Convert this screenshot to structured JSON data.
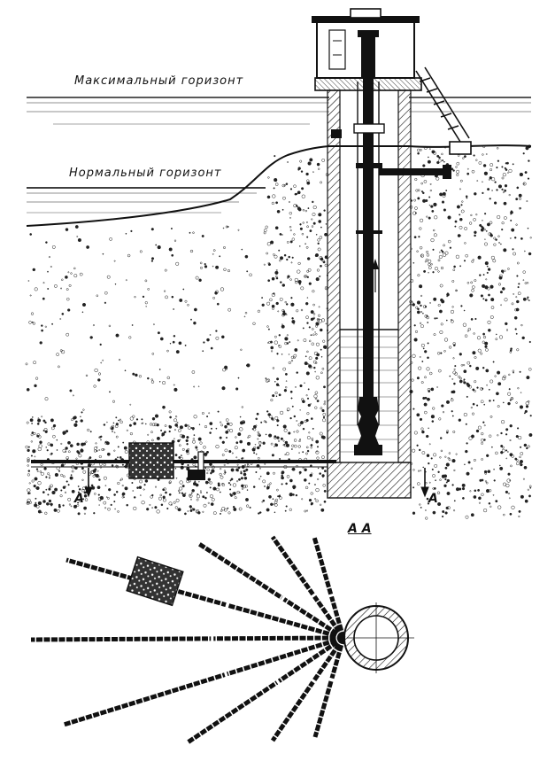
{
  "diagram": {
    "labels": {
      "max_level": "Максимальный горизонт",
      "normal_level": "Нормальный горизонт",
      "section_left": "A",
      "section_right": "A",
      "section_title": "A A"
    },
    "colors": {
      "ink": "#111111",
      "soil_dot": "#222222",
      "water_line": "#333333",
      "background": "#ffffff"
    },
    "plan_view": {
      "pipe_count": 9,
      "has_filter_block": true
    }
  }
}
